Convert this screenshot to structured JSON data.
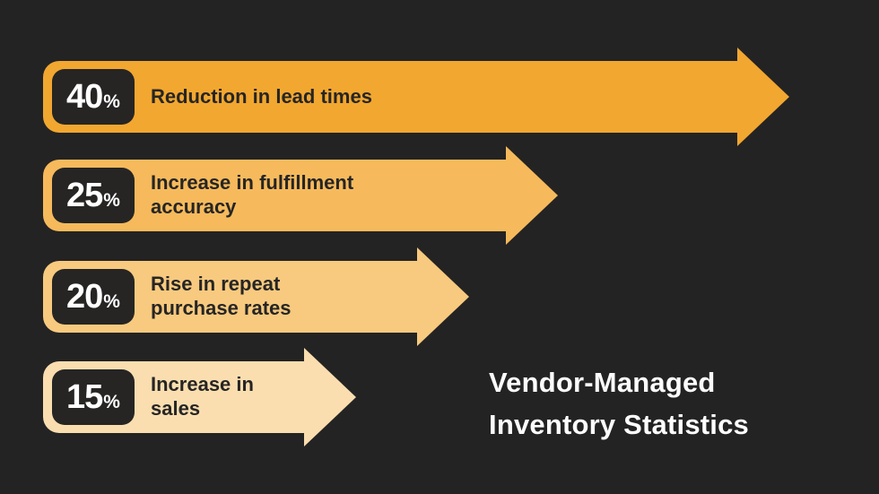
{
  "title": "Vendor-Managed Inventory Statistics",
  "colors": {
    "background": "#242323",
    "text_dark": "#262524",
    "title_text": "#FCFCFC",
    "badge_bg": "#262524",
    "badge_text": "#FFFFFF"
  },
  "rows": [
    {
      "value": "40",
      "unit": "%",
      "label": "Reduction in lead times",
      "color": "#F2A730"
    },
    {
      "value": "25",
      "unit": "%",
      "label": "Increase in fulfillment accuracy",
      "color": "#F6BA5C"
    },
    {
      "value": "20",
      "unit": "%",
      "label": "Rise in repeat purchase rates",
      "color": "#F8CA7F"
    },
    {
      "value": "15",
      "unit": "%",
      "label": "Increase in sales",
      "color": "#FADEB0"
    }
  ],
  "chart_data": {
    "type": "bar",
    "orientation": "horizontal",
    "title": "Vendor-Managed Inventory Statistics",
    "categories": [
      "Reduction in lead times",
      "Increase in fulfillment accuracy",
      "Rise in repeat purchase rates",
      "Increase in sales"
    ],
    "values": [
      40,
      25,
      20,
      15
    ],
    "unit": "%",
    "bar_colors": [
      "#F2A730",
      "#F6BA5C",
      "#F8CA7F",
      "#FADEB0"
    ],
    "value_labels_shown": true,
    "axes_shown": false,
    "legend_shown": false,
    "xlim": [
      0,
      45
    ]
  }
}
